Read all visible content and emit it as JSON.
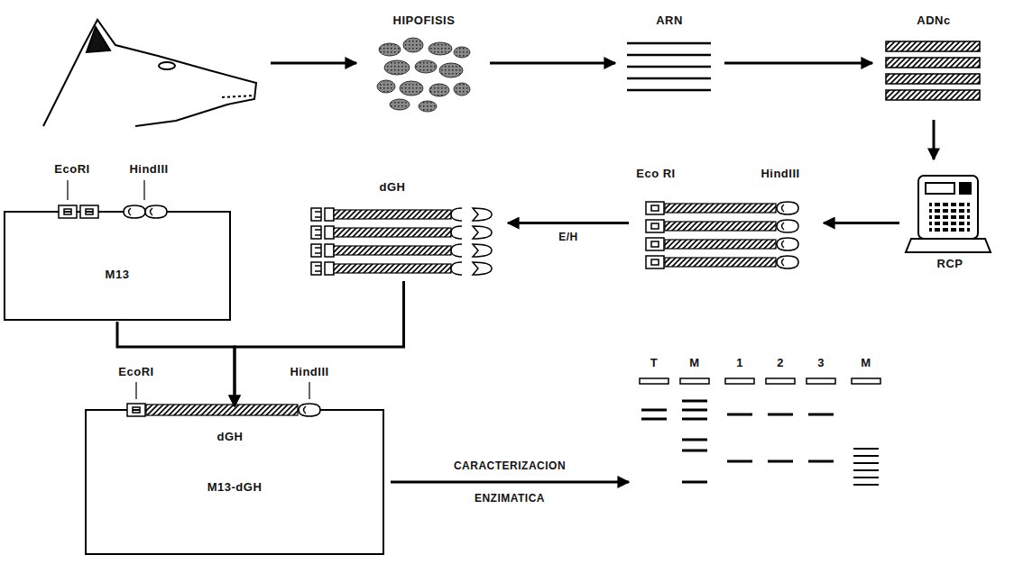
{
  "diagram": {
    "nodes": [
      {
        "text": [
          "HIPOFISIS"
        ]
      },
      {
        "text": [
          "ARN"
        ]
      },
      {
        "text": [
          "ADNc"
        ]
      },
      {
        "text": [
          "RCP"
        ]
      },
      {
        "text": [
          "Eco RI",
          "HindIII"
        ]
      },
      {
        "text": [
          "dGH"
        ]
      },
      {
        "text": [
          "EcoRI",
          "HindIII",
          "M13"
        ]
      },
      {
        "text": [
          "EcoRI",
          "HindIII",
          "dGH",
          "M13-dGH"
        ]
      },
      {
        "text": [
          "T",
          "M",
          "1",
          "2",
          "3",
          "M"
        ]
      }
    ],
    "edges": [
      {
        "from": 0,
        "to": 1,
        "arrow": "to"
      },
      {
        "from": 1,
        "to": 2,
        "arrow": "to"
      },
      {
        "from": 2,
        "to": 3,
        "arrow": "to"
      },
      {
        "from": 3,
        "to": 4,
        "arrow": "to"
      },
      {
        "from": 4,
        "to": 5,
        "arrow": "to",
        "label": "E/H"
      },
      {
        "from": 6,
        "to": 7,
        "arrow": "to"
      },
      {
        "from": 5,
        "to": 7,
        "arrow": "to"
      },
      {
        "from": 7,
        "to": 8,
        "arrow": "to",
        "label": "CARACTERIZACION ENZIMATICA"
      }
    ]
  }
}
